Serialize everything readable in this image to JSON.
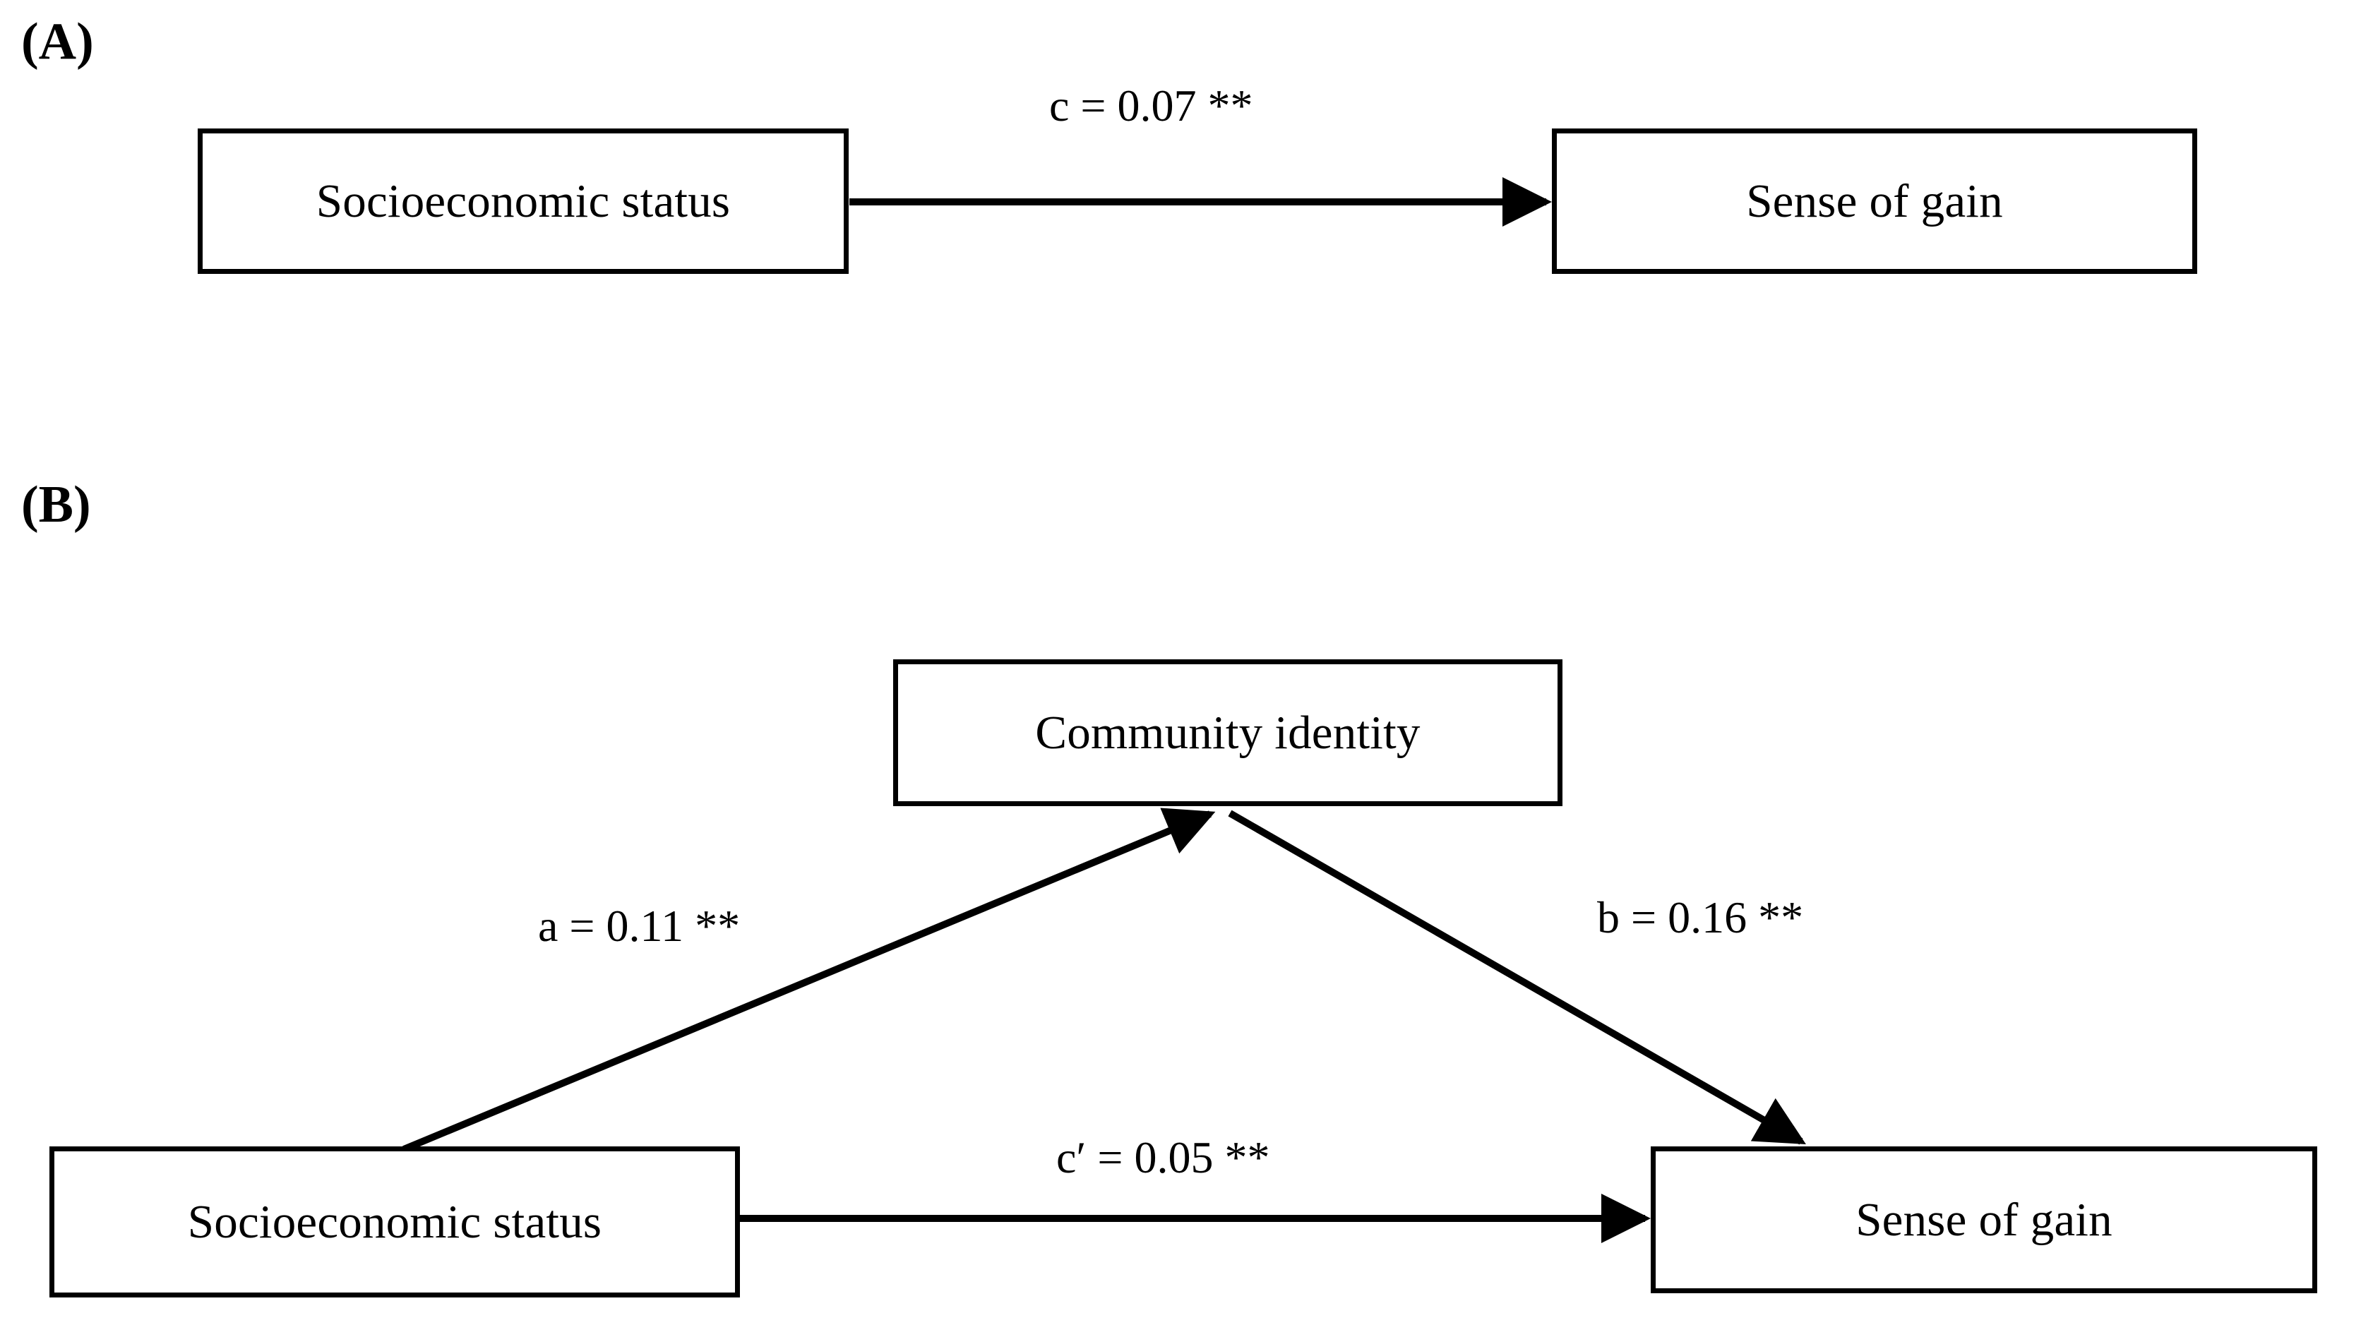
{
  "figure": {
    "type": "mediation-model-diagram",
    "background_color": "#ffffff",
    "line_color": "#000000"
  },
  "panels": [
    {
      "letter": "(A)",
      "name": "total-effect-model",
      "nodes": [
        {
          "id": "ses-a",
          "label": "Socioeconomic status"
        },
        {
          "id": "gain-a",
          "label": "Sense of gain"
        }
      ],
      "paths": [
        {
          "id": "path-c",
          "from": "ses-a",
          "to": "gain-a",
          "coefficient_label": "c = 0.07 **",
          "coefficient_name": "c",
          "coefficient_value": "0.07",
          "significance": "**"
        }
      ]
    },
    {
      "letter": "(B)",
      "name": "mediation-model",
      "nodes": [
        {
          "id": "community-b",
          "label": "Community identity"
        },
        {
          "id": "ses-b",
          "label": "Socioeconomic status"
        },
        {
          "id": "gain-b",
          "label": "Sense of gain"
        }
      ],
      "paths": [
        {
          "id": "path-a",
          "from": "ses-b",
          "to": "community-b",
          "coefficient_label": "a = 0.11 **",
          "coefficient_name": "a",
          "coefficient_value": "0.11",
          "significance": "**"
        },
        {
          "id": "path-b",
          "from": "community-b",
          "to": "gain-b",
          "coefficient_label": "b = 0.16 **",
          "coefficient_name": "b",
          "coefficient_value": "0.16",
          "significance": "**"
        },
        {
          "id": "path-c-prime",
          "from": "ses-b",
          "to": "gain-b",
          "coefficient_label": "c′ = 0.05 **",
          "coefficient_name": "c′",
          "coefficient_value": "0.05",
          "significance": "**"
        }
      ]
    }
  ],
  "chart_data": {
    "type": "diagram",
    "title": "",
    "subtitle": "",
    "diagram_kind": "mediation-path-model",
    "panel_a": {
      "label": "(A)",
      "nodes": [
        "Socioeconomic status",
        "Sense of gain"
      ],
      "edges": [
        {
          "label": "c = 0.07 **",
          "coefficient": 0.07,
          "path": "c",
          "significance": "**",
          "source": "Socioeconomic status",
          "target": "Sense of gain"
        }
      ]
    },
    "panel_b": {
      "label": "(B)",
      "nodes": [
        "Community identity",
        "Socioeconomic status",
        "Sense of gain"
      ],
      "edges": [
        {
          "label": "a = 0.11 **",
          "coefficient": 0.11,
          "path": "a",
          "significance": "**",
          "source": "Socioeconomic status",
          "target": "Community identity"
        },
        {
          "label": "b = 0.16 **",
          "coefficient": 0.16,
          "path": "b",
          "significance": "**",
          "source": "Community identity",
          "target": "Sense of gain"
        },
        {
          "label": "c′ = 0.05 **",
          "coefficient": 0.05,
          "path": "c'",
          "significance": "**",
          "source": "Socioeconomic status",
          "target": "Sense of gain"
        }
      ]
    }
  }
}
